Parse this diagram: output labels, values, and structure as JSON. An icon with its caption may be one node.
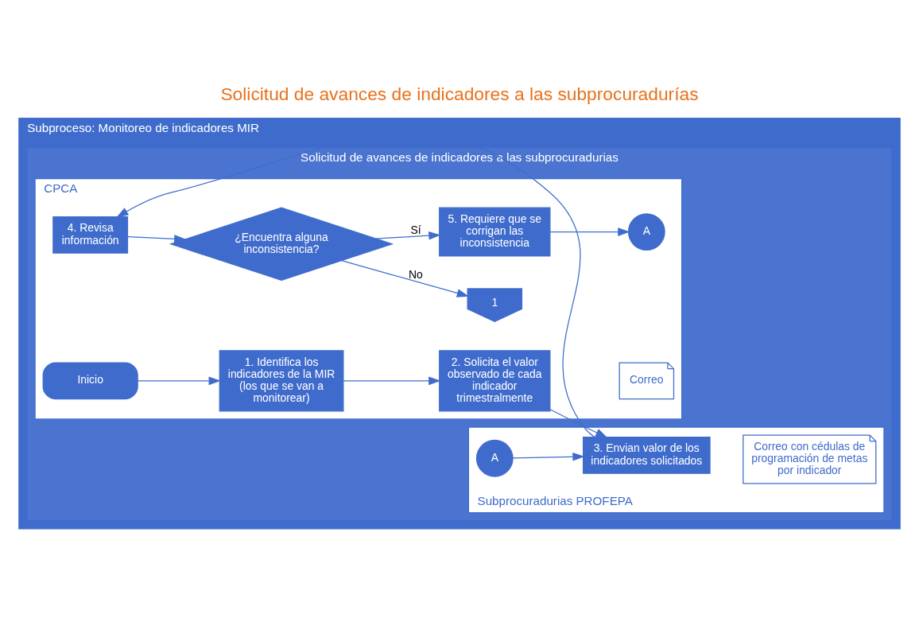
{
  "diagram": {
    "title": "Solicitud de avances de indicadores a las subprocuradurías",
    "nodes": [
      {
        "text": [
          "Subproceso: Monitoreo de indicadores MIR"
        ]
      },
      {
        "text": [
          "Solicitud de avances de indicadores a las subprocuradurias"
        ],
        "in": 0
      },
      {
        "text": [
          "CPCA"
        ],
        "in": 1
      },
      {
        "text": [
          "Inicio"
        ],
        "in": 2
      },
      {
        "text": [
          "1. Identifica los indicadores de la MIR (los que se van a monitorear)"
        ],
        "in": 2
      },
      {
        "text": [
          "2. Solicita el valor observado de cada indicador trimestralmente"
        ],
        "in": 2
      },
      {
        "text": [
          "Correo"
        ],
        "in": 2
      },
      {
        "text": [
          "4. Revisa información"
        ],
        "in": 2
      },
      {
        "text": [
          "¿Encuentra alguna inconsistencia?"
        ],
        "in": 2
      },
      {
        "text": [
          "1"
        ],
        "in": 2
      },
      {
        "text": [
          "5. Requiere que se corrigan las inconsistencia"
        ],
        "in": 2
      },
      {
        "text": [
          "A"
        ],
        "in": 2
      },
      {
        "text": [
          "Subprocuradurias PROFEPA"
        ],
        "in": 1
      },
      {
        "text": [
          "A"
        ],
        "in": 12
      },
      {
        "text": [
          "3. Envian valor de los indicadores solicitados"
        ],
        "in": 12
      },
      {
        "text": [
          "Correo con cédulas de programación de metas por indicador"
        ],
        "in": 12
      }
    ],
    "edges": [
      {
        "from": 3,
        "to": 4,
        "arrow": "to"
      },
      {
        "from": 4,
        "to": 5,
        "arrow": "to"
      },
      {
        "from": 5,
        "to": 14,
        "arrow": "to"
      },
      {
        "from": 14,
        "to": 7,
        "arrow": "to"
      },
      {
        "from": 7,
        "to": 8,
        "arrow": "to"
      },
      {
        "from": 8,
        "to": 9,
        "label": "No",
        "arrow": "to"
      },
      {
        "from": 8,
        "to": 10,
        "label": "Sí",
        "arrow": "to"
      },
      {
        "from": 10,
        "to": 11,
        "arrow": "to"
      },
      {
        "from": 13,
        "to": 14,
        "arrow": "to"
      }
    ]
  }
}
